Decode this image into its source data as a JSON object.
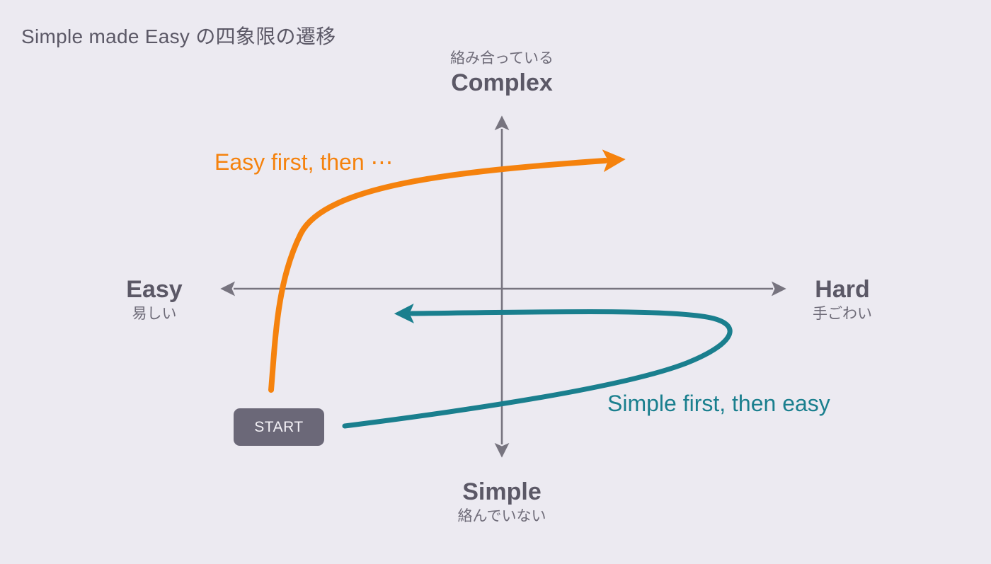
{
  "title": "Simple made Easy の四象限の遷移",
  "axes": {
    "top": {
      "ja": "絡み合っている",
      "en": "Complex"
    },
    "bottom": {
      "en": "Simple",
      "ja": "絡んでいない"
    },
    "left": {
      "en": "Easy",
      "ja": "易しい"
    },
    "right": {
      "en": "Hard",
      "ja": "手ごわい"
    }
  },
  "annotations": {
    "easy_path_label": "Easy first, then ⋯",
    "simple_path_label": "Simple first, then easy",
    "start_label": "START"
  },
  "colors": {
    "background": "#ECEAF1",
    "axis": "#77747F",
    "heading_text": "#5B5866",
    "sub_text": "#6E6B78",
    "easy_path": "#F5820D",
    "simple_path": "#1A7F8E",
    "start_box_bg": "#6B6878",
    "start_box_text": "#F4F2F7"
  }
}
